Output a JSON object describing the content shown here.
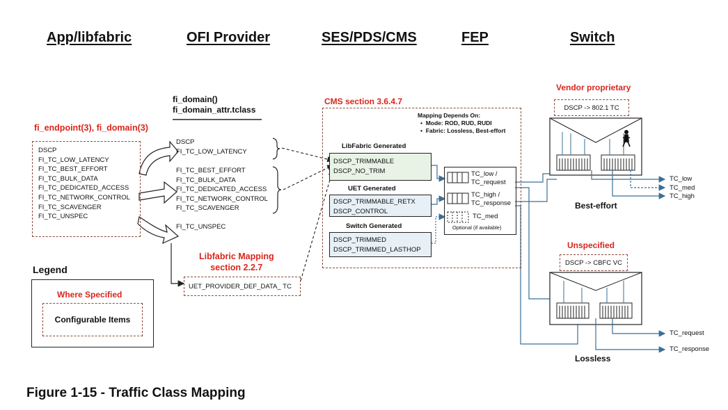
{
  "headers": {
    "col1": "App/libfabric",
    "col2": "OFI Provider",
    "col3": "SES/PDS/CMS",
    "col4": "FEP",
    "col5": "Switch"
  },
  "app": {
    "title": "fi_endpoint(3), fi_domain(3)",
    "items": [
      "DSCP",
      "FI_TC_LOW_LATENCY",
      "FI_TC_BEST_EFFORT",
      "FI_TC_BULK_DATA",
      "FI_TC_DEDICATED_ACCESS",
      "FI_TC_NETWORK_CONTROL",
      "FI_TC_SCAVENGER",
      "FI_TC_UNSPEC"
    ]
  },
  "provider": {
    "title_line1": "fi_domain()",
    "title_line2": "fi_domain_attr.tclass",
    "group1": [
      "DSCP",
      "FI_TC_LOW_LATENCY"
    ],
    "group2": [
      "FI_TC_BEST_EFFORT",
      "FI_TC_BULK_DATA",
      "FI_TC_DEDICATED_ACCESS",
      "FI_TC_NETWORK_CONTROL",
      "FI_TC_SCAVENGER"
    ],
    "group3": [
      "FI_TC_UNSPEC"
    ],
    "mapping_title_line1": "Libfabric Mapping",
    "mapping_title_line2": "section 2.2.7",
    "default_item": "UET_PROVIDER_DEF_DATA_ TC"
  },
  "cms": {
    "title": "CMS section 3.6.4.7",
    "notes_title": "Mapping Depends On:",
    "notes": [
      "Mode: ROD, RUD, RUDI",
      "Fabric: Lossless, Best-effort"
    ],
    "libfabric_label": "LibFabric Generated",
    "libfabric_items": [
      "DSCP_TRIMMABLE",
      "DSCP_NO_TRIM"
    ],
    "uet_label": "UET Generated",
    "uet_items": [
      "DSCP_TRIMMABLE_RETX",
      "DSCP_CONTROL"
    ],
    "switch_label": "Switch Generated",
    "switch_items": [
      "DSCP_TRIMMED",
      "DSCP_TRIMMED_LASTHOP"
    ]
  },
  "fep": {
    "q1_line1": "TC_low /",
    "q1_line2": "TC_request",
    "q2_line1": "TC_high /",
    "q2_line2": "TC_response",
    "q3": "TC_med",
    "optional": "Optional (if available)"
  },
  "switch": {
    "vendor_title": "Vendor proprietary",
    "vendor_map": "DSCP -> 802.1 TC",
    "best_effort_outputs": [
      "TC_low",
      "TC_med",
      "TC_high"
    ],
    "best_effort_label": "Best-effort",
    "unspecified_title": "Unspecified",
    "unspecified_map": "DSCP -> CBFC VC",
    "lossless_outputs": [
      "TC_request",
      "TC_response"
    ],
    "lossless_label": "Lossless"
  },
  "legend": {
    "title": "Legend",
    "where_specified": "Where Specified",
    "configurable": "Configurable Items"
  },
  "caption": "Figure 1-15 - Traffic Class Mapping"
}
